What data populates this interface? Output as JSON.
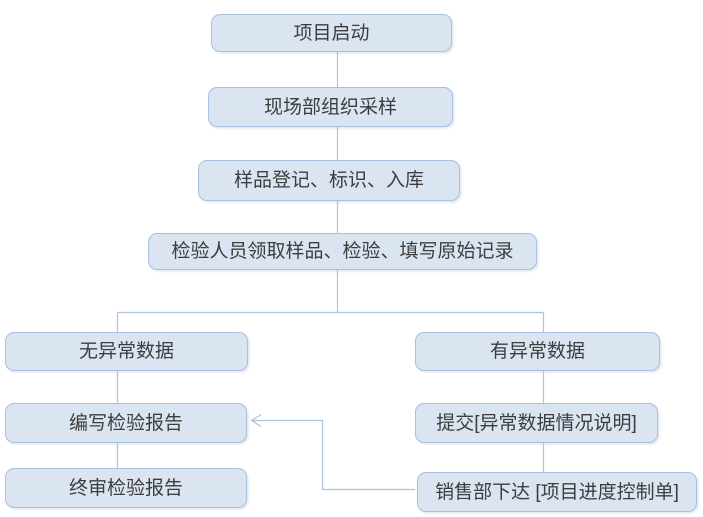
{
  "diagram": {
    "type": "flowchart",
    "direction": "top-down",
    "nodes": [
      {
        "id": "project-start",
        "label": "项目启动"
      },
      {
        "id": "field-sampling",
        "label": "现场部组织采样"
      },
      {
        "id": "sample-register",
        "label": "样品登记、标识、入库"
      },
      {
        "id": "inspection-record",
        "label": "检验人员领取样品、检验、填写原始记录"
      },
      {
        "id": "no-abnormal-data",
        "label": "无异常数据"
      },
      {
        "id": "abnormal-data",
        "label": "有异常数据"
      },
      {
        "id": "write-report",
        "label": "编写检验报告"
      },
      {
        "id": "submit-abnormal",
        "label": "提交[异常数据情况说明]"
      },
      {
        "id": "final-review",
        "label": "终审检验报告"
      },
      {
        "id": "sales-control",
        "label": "销售部下达 [项目进度控制单]"
      }
    ],
    "edges": [
      {
        "from": "project-start",
        "to": "field-sampling",
        "arrowhead": false
      },
      {
        "from": "field-sampling",
        "to": "sample-register",
        "arrowhead": false
      },
      {
        "from": "sample-register",
        "to": "inspection-record",
        "arrowhead": false
      },
      {
        "from": "inspection-record",
        "to": "no-abnormal-data",
        "arrowhead": false
      },
      {
        "from": "inspection-record",
        "to": "abnormal-data",
        "arrowhead": false
      },
      {
        "from": "no-abnormal-data",
        "to": "write-report",
        "arrowhead": false
      },
      {
        "from": "write-report",
        "to": "final-review",
        "arrowhead": false
      },
      {
        "from": "abnormal-data",
        "to": "submit-abnormal",
        "arrowhead": false
      },
      {
        "from": "submit-abnormal",
        "to": "sales-control",
        "arrowhead": false
      },
      {
        "from": "sales-control",
        "to": "write-report",
        "arrowhead": true
      }
    ],
    "colors": {
      "background": "#ffffff",
      "node_fill": "#dbe5f2",
      "node_border": "#a7c1e0",
      "connector": "#aec3de",
      "text": "#3d3d3d"
    }
  }
}
